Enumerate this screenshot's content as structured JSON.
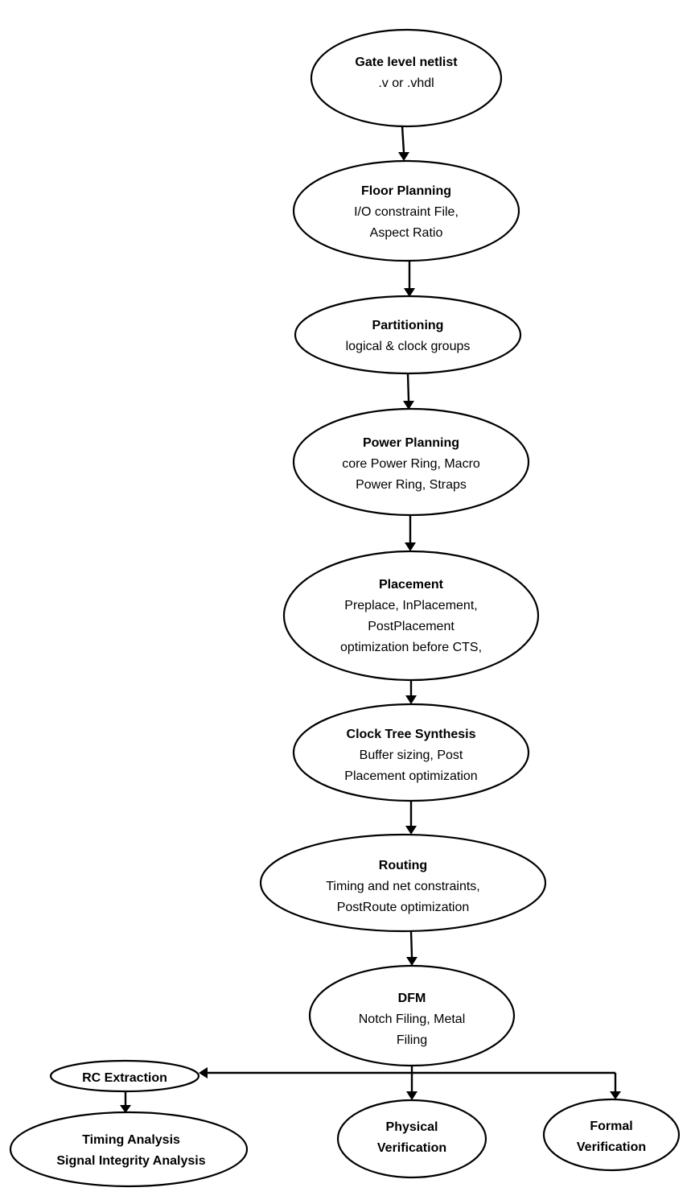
{
  "nodes": {
    "netlist": {
      "title": "Gate level netlist",
      "lines": [
        ".v or .vhdl"
      ]
    },
    "floor": {
      "title": "Floor Planning",
      "lines": [
        "I/O constraint File,",
        "Aspect Ratio"
      ]
    },
    "partition": {
      "title": "Partitioning",
      "lines": [
        "logical & clock groups"
      ]
    },
    "power": {
      "title": "Power Planning",
      "lines": [
        "core Power Ring, Macro",
        "Power Ring, Straps"
      ]
    },
    "placement": {
      "title": "Placement",
      "lines": [
        "Preplace, InPlacement,",
        "PostPlacement",
        "optimization before CTS,"
      ]
    },
    "cts": {
      "title": "Clock Tree Synthesis",
      "lines": [
        "Buffer sizing, Post",
        "Placement optimization"
      ]
    },
    "routing": {
      "title": "Routing",
      "lines": [
        "Timing and net constraints,",
        "PostRoute optimization"
      ]
    },
    "dfm": {
      "title": "DFM",
      "lines": [
        "Notch Filing, Metal",
        "Filing"
      ]
    },
    "rc": {
      "title": "RC Extraction",
      "lines": []
    },
    "timing": {
      "title": "Timing Analysis",
      "lines": []
    },
    "signal": {
      "title": "Signal Integrity Analysis",
      "lines": []
    },
    "physical": {
      "title": "Physical",
      "lines": []
    },
    "physical2": {
      "title": "Verification",
      "lines": []
    },
    "formal": {
      "title": "Formal",
      "lines": []
    },
    "formal2": {
      "title": "Verification",
      "lines": []
    }
  }
}
